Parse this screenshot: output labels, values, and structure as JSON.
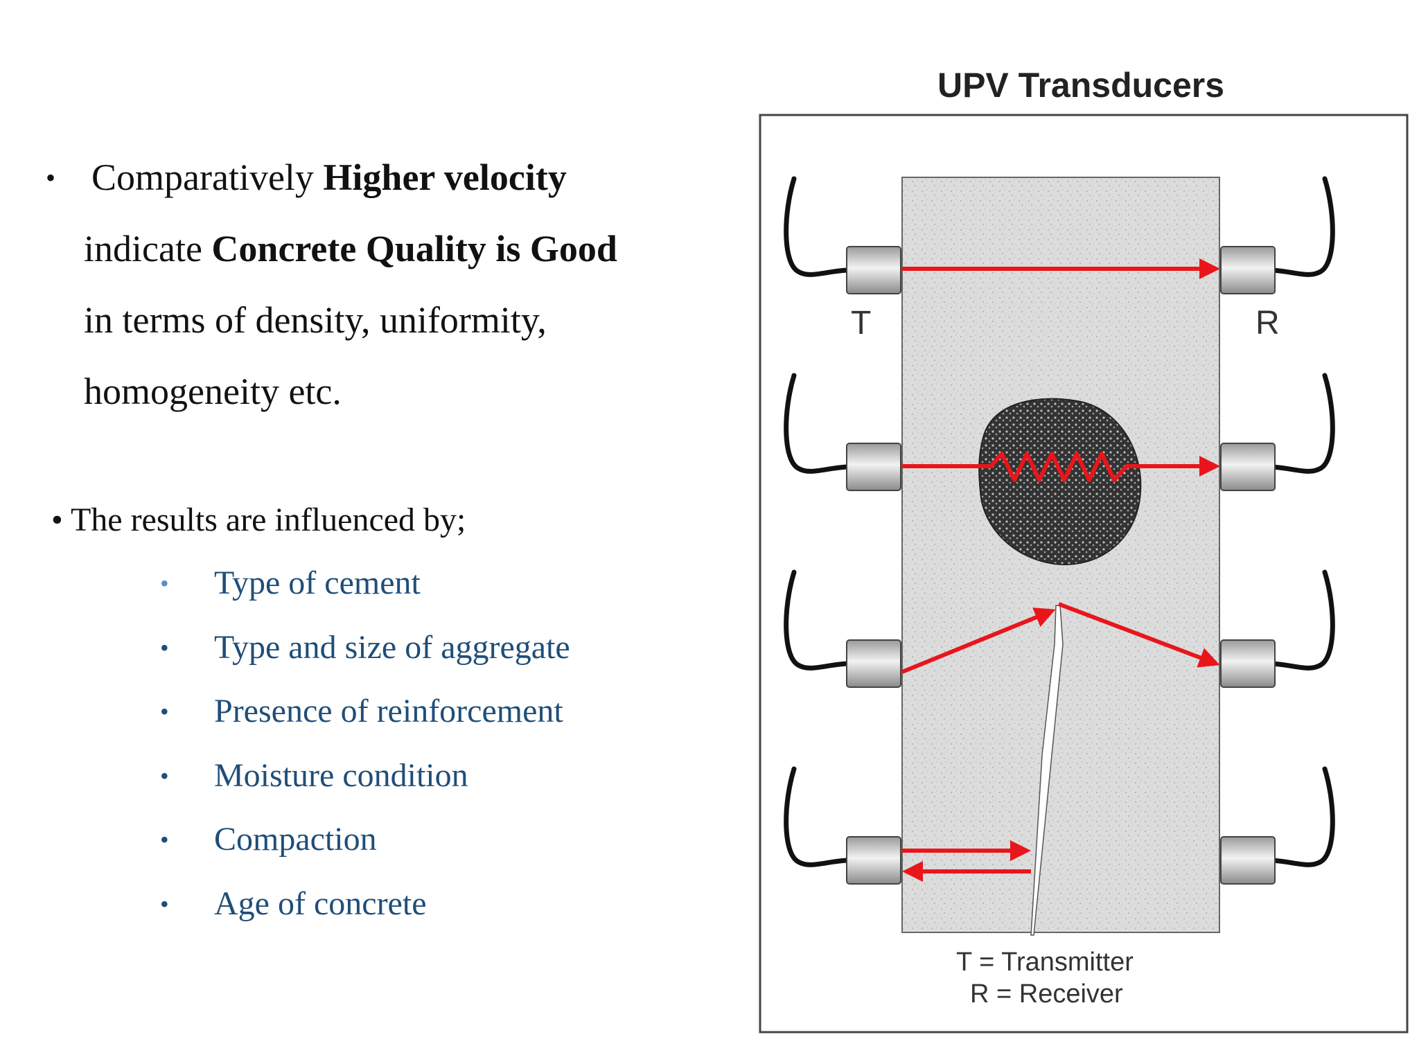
{
  "main_point": {
    "line1_prefix": "Comparatively ",
    "line1_bold": "Higher velocity",
    "line2_prefix": "indicate ",
    "line2_bold": "Concrete Quality is Good",
    "line3": "in terms of density, uniformity,",
    "line4": "homogeneity etc."
  },
  "results": {
    "heading": "• The results are influenced by;",
    "factors": [
      "Type of cement",
      "Type and size of aggregate",
      "Presence of reinforcement",
      "Moisture condition",
      "Compaction",
      "Age of concrete"
    ]
  },
  "figure": {
    "title": "UPV Transducers",
    "label_t": "T",
    "label_r": "R",
    "legend_t": "T = Transmitter",
    "legend_r": "R = Receiver",
    "colors": {
      "pulse": "#e8161b",
      "cable": "#111111",
      "concrete": "#dedede",
      "void": "#3a3a3a"
    }
  }
}
